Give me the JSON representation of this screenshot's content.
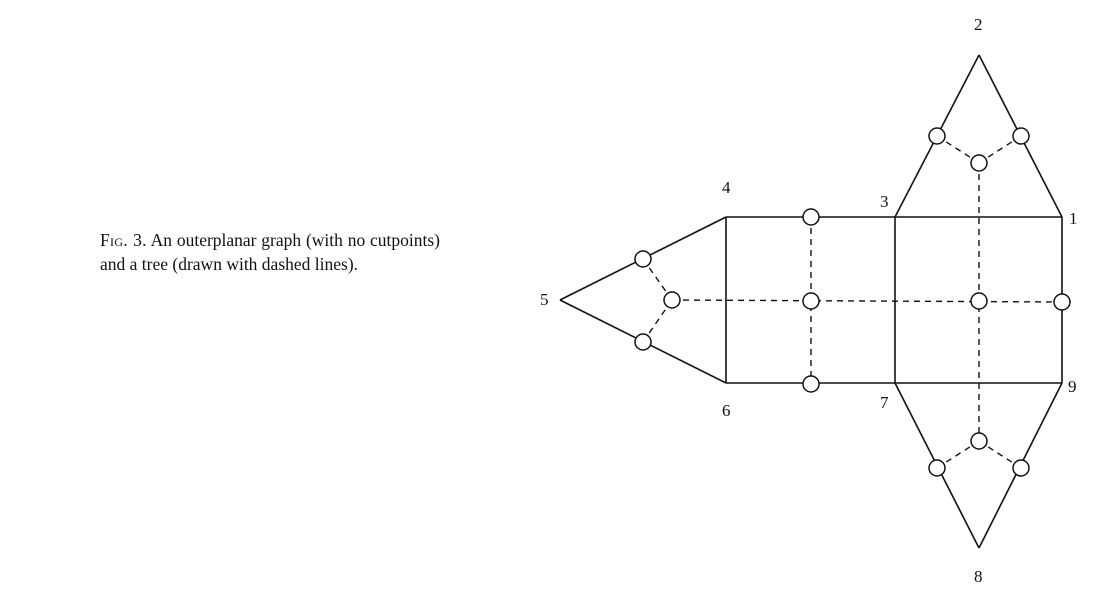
{
  "caption": {
    "fig_label": "Fig. 3.",
    "text": "An outerplanar graph (with no cutpoints) and a tree (drawn with dashed lines)."
  },
  "graph": {
    "vertex_labels": [
      "1",
      "2",
      "3",
      "4",
      "5",
      "6",
      "7",
      "8",
      "9"
    ],
    "edges_solid": [
      [
        "2",
        "3"
      ],
      [
        "2",
        "1"
      ],
      [
        "3",
        "1"
      ],
      [
        "4",
        "3"
      ],
      [
        "6",
        "7"
      ],
      [
        "7",
        "9"
      ],
      [
        "4",
        "5"
      ],
      [
        "5",
        "6"
      ],
      [
        "4",
        "6"
      ],
      [
        "3",
        "7"
      ],
      [
        "1",
        "9"
      ],
      [
        "7",
        "8"
      ],
      [
        "9",
        "8"
      ]
    ],
    "tree_node_count": 14,
    "tree_edge_style": "dashed"
  }
}
